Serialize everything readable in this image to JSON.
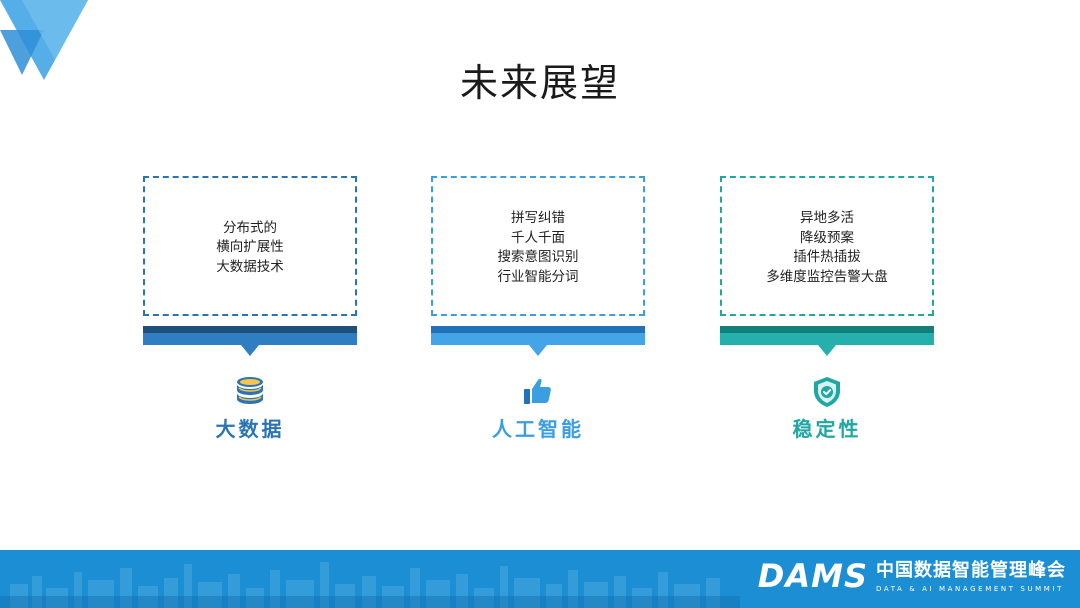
{
  "title": "未来展望",
  "cards": [
    {
      "lines": [
        "分布式的",
        "横向扩展性",
        "大数据技术"
      ],
      "label": "大数据",
      "icon": "database-icon",
      "color": "#2b74b4",
      "bar_top": "#1f4f7c",
      "bar_bottom": "#2f7ec2"
    },
    {
      "lines": [
        "拼写纠错",
        "千人千面",
        "搜索意图识别",
        "行业智能分词"
      ],
      "label": "人工智能",
      "icon": "thumbs-up-icon",
      "color": "#3b9ee0",
      "bar_top": "#2272b8",
      "bar_bottom": "#43a5e8"
    },
    {
      "lines": [
        "异地多活",
        "降级预案",
        "插件热插拔",
        "多维度监控告警大盘"
      ],
      "label": "稳定性",
      "icon": "shield-check-icon",
      "color": "#1fa7a4",
      "bar_top": "#137f7c",
      "bar_bottom": "#25b0ad"
    }
  ],
  "footer": {
    "logo": "DAMS",
    "name_cn": "中国数据智能管理峰会",
    "name_en": "DATA & AI MANAGEMENT SUMMIT",
    "color": "#1c8ed3"
  }
}
